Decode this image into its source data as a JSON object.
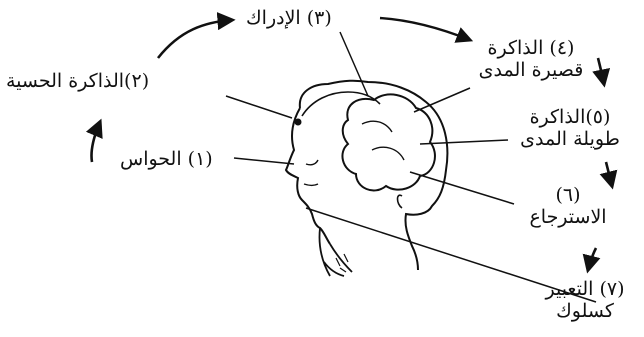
{
  "labels": {
    "perception": "(٣) الإدراك",
    "stm_line1": "(٤) الذاكرة",
    "stm_line2": "قصيرة المدى",
    "sensory_memory": "(٢)الذاكرة الحسية",
    "senses": "(١) الحواس",
    "ltm_line1": "(٥)الذاكرة",
    "ltm_line2": "طويلة المدى",
    "retrieval_num": "(٦)",
    "retrieval_word": "الاسترجاع",
    "expression_line1": "(٧) التعبير",
    "expression_line2": "كسلوك"
  }
}
